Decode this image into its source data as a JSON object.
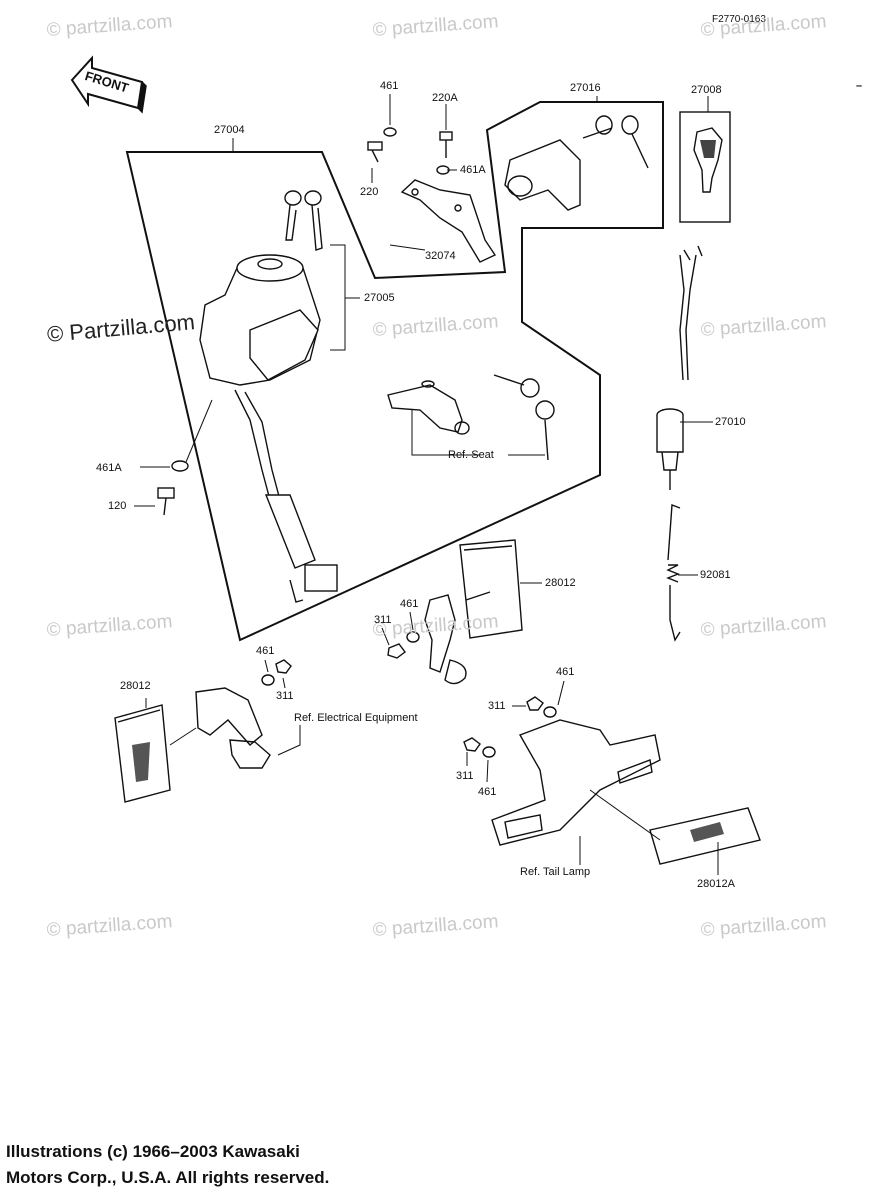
{
  "diagram_code": "F2770-0163",
  "front_label": "FRONT",
  "watermark": "© Partzilla.com",
  "watermark_alt": "© partzilla.com",
  "parts": {
    "p27004": "27004",
    "p461_top": "461",
    "p220A": "220A",
    "p27016": "27016",
    "p27008": "27008",
    "p220": "220",
    "p461A_top": "461A",
    "p32074": "32074",
    "p27005": "27005",
    "p27010": "27010",
    "p461A_left": "461A",
    "p120": "120",
    "p92081": "92081",
    "p28012_right": "28012",
    "p461_mid": "461",
    "p311_mid": "311",
    "p461_left": "461",
    "p28012_left": "28012",
    "p311_left": "311",
    "p461_lower": "461",
    "p311_lower": "311",
    "p311_tail": "311",
    "p461_tail": "461",
    "p28012A": "28012A"
  },
  "refs": {
    "seat": "Ref.  Seat",
    "electrical": "Ref.  Electrical Equipment",
    "tail_lamp": "Ref.  Tail Lamp"
  },
  "copyright_line1": "Illustrations (c) 1966–2003 Kawasaki",
  "copyright_line2": "Motors Corp., U.S.A.  All rights reserved."
}
